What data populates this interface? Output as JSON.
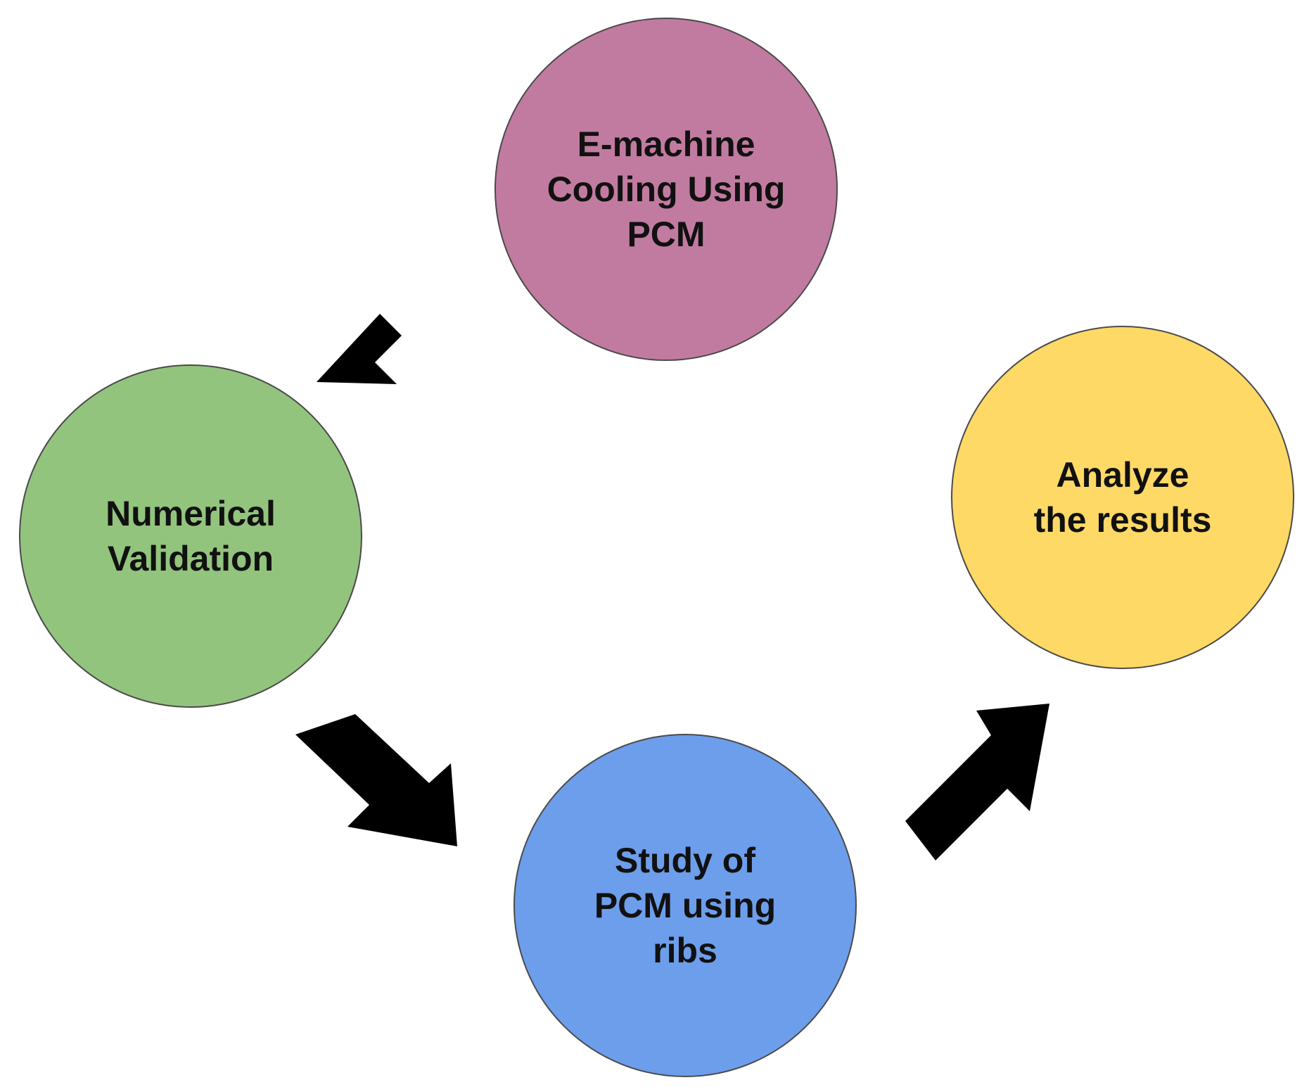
{
  "nodes": [
    {
      "id": "emachine",
      "lines": [
        "E-machine",
        "Cooling Using",
        "PCM"
      ],
      "color": "#c27ba0"
    },
    {
      "id": "validation",
      "lines": [
        "Numerical",
        "Validation"
      ],
      "color": "#93c47d"
    },
    {
      "id": "ribs",
      "lines": [
        "Study of",
        "PCM using",
        "ribs"
      ],
      "color": "#6d9eeb"
    },
    {
      "id": "analyze",
      "lines": [
        "Analyze",
        "the results"
      ],
      "color": "#ffd966"
    }
  ],
  "arrows": [
    {
      "from": "emachine",
      "to": "validation"
    },
    {
      "from": "validation",
      "to": "ribs"
    },
    {
      "from": "ribs",
      "to": "analyze"
    }
  ],
  "arrow_color": "#000000"
}
